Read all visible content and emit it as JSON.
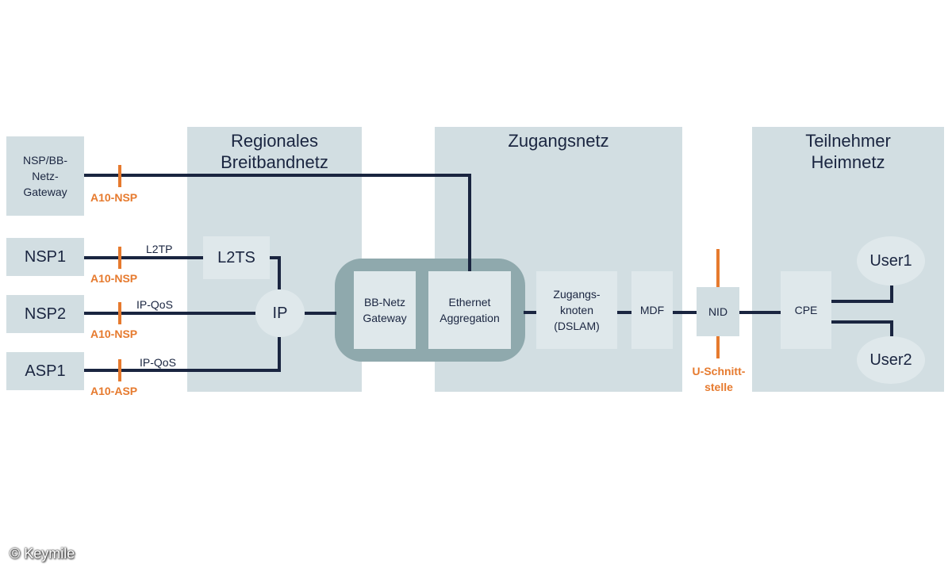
{
  "zones": {
    "regional": "Regionales\nBreitbandnetz",
    "access": "Zugangsnetz",
    "home": "Teilnehmer\nHeimnetz"
  },
  "providers": {
    "nsp_gateway": "NSP/BB-\nNetz-\nGateway",
    "nsp1": "NSP1",
    "nsp2": "NSP2",
    "asp1": "ASP1"
  },
  "nodes": {
    "l2ts": "L2TS",
    "ip": "IP",
    "bb_gateway": "BB-Netz\nGateway",
    "ethernet_aggregation": "Ethernet\nAggregation",
    "access_node": "Zugangs-\nknoten\n(DSLAM)",
    "mdf": "MDF",
    "nid": "NID",
    "cpe": "CPE",
    "user1": "User1",
    "user2": "User2"
  },
  "link_labels": {
    "l2tp": "L2TP",
    "ipqos_nsp2": "IP-QoS",
    "ipqos_asp1": "IP-QoS"
  },
  "interfaces": {
    "a10_nsp_gateway": "A10-NSP",
    "a10_nsp_1": "A10-NSP",
    "a10_nsp_2": "A10-NSP",
    "a10_asp": "A10-ASP",
    "u_interface": "U-Schnitt-\nstelle"
  },
  "colors": {
    "zone_fill": "#d2dee2",
    "line": "#1a2540",
    "interface_marker": "#e67a2e"
  },
  "copyright": "© Keymile"
}
